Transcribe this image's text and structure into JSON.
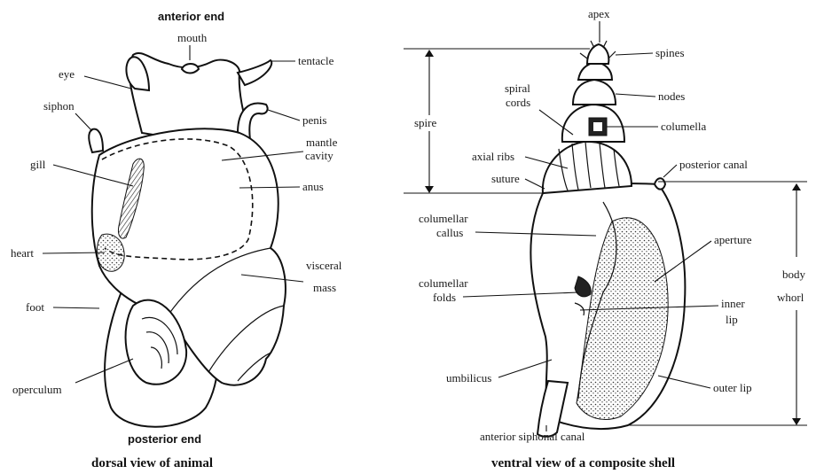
{
  "left_panel": {
    "top_title": "anterior end",
    "bottom_title": "posterior end",
    "caption": "dorsal view of animal",
    "labels": {
      "mouth": "mouth",
      "tentacle": "tentacle",
      "eye": "eye",
      "siphon": "siphon",
      "penis": "penis",
      "mantle_1": "mantle",
      "mantle_2": "cavity",
      "gill": "gill",
      "anus": "anus",
      "heart": "heart",
      "visceral_1": "visceral",
      "visceral_2": "mass",
      "foot": "foot",
      "operculum": "operculum"
    }
  },
  "right_panel": {
    "caption": "ventral view of a composite shell",
    "labels": {
      "apex": "apex",
      "spines": "spines",
      "spiral_1": "spiral",
      "spiral_2": "cords",
      "nodes": "nodes",
      "columella": "columella",
      "spire": "spire",
      "axial_ribs": "axial ribs",
      "posterior_canal": "posterior canal",
      "suture": "suture",
      "columellar_callus_1": "columellar",
      "columellar_callus_2": "callus",
      "aperture": "aperture",
      "body_whorl_1": "body",
      "body_whorl_2": "whorl",
      "columellar_folds_1": "columellar",
      "columellar_folds_2": "folds",
      "inner_lip_1": "inner",
      "inner_lip_2": "lip",
      "umbilicus": "umbilicus",
      "outer_lip": "outer lip",
      "anterior_siphonal_canal": "anterior siphonal canal"
    }
  }
}
